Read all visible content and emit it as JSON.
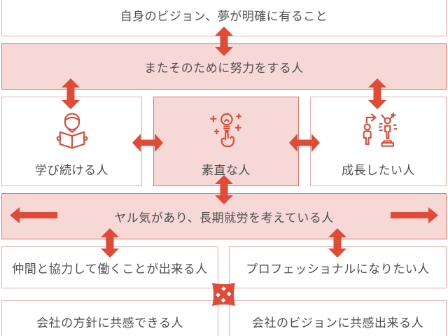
{
  "diagram": {
    "title_box": "自身のビジョン、夢が明確に有ること",
    "effort_box": "またそのために努力をする人",
    "learner_box": "学び続ける人",
    "honest_box": "素直な人",
    "growth_box": "成長したい人",
    "motivation_box": "ヤル気があり、長期就労を考えている人",
    "teamwork_box": "仲間と協力して働くことが出来る人",
    "professional_box": "プロフェッショナルになりたい人",
    "policy_box": "会社の方針に共感できる人",
    "company_vision_box": "会社のビジョンに共感出来る人"
  },
  "icons": {
    "learner": "reading-person-icon",
    "honest": "idea-hand-icon",
    "growth": "growth-person-icon",
    "center_decoration": "cross-ornament-icon"
  },
  "colors": {
    "arrow_red": "#e04b38",
    "icon_red": "#d94f3d",
    "pink_fill": "#f6d8d6",
    "pink_border": "#d8786c",
    "white_border": "#eaaea6",
    "text_color": "#4f4f4f",
    "bg": "#ffffff"
  }
}
